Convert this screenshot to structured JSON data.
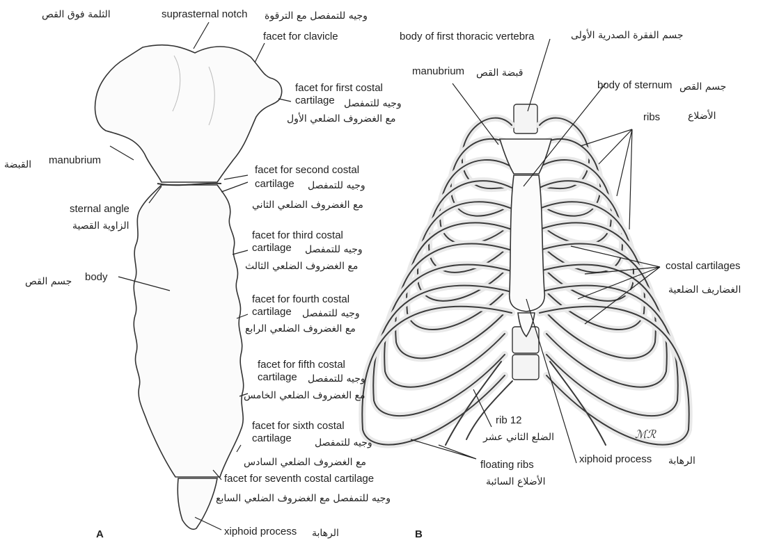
{
  "panel_a": {
    "letter": "A",
    "suprasternal_notch_en": "suprasternal notch",
    "suprasternal_notch_ar": "الثلمة فوق القص",
    "clavicle_facet_ar": "وجيه للتمفصل مع الترقوة",
    "clavicle_facet_en": "facet for clavicle",
    "first_costal_en_1": "facet for first costal",
    "first_costal_en_2": "cartilage",
    "first_costal_ar_1": "وجيه للتمفصل",
    "first_costal_ar_2": "مع الغضروف الضلعي الأول",
    "manubrium_en": "manubrium",
    "manubrium_ar": "القبضة",
    "second_costal_en_1": "facet for second costal",
    "second_costal_en_2": "cartilage",
    "second_costal_ar_1": "وجيه للتمفصل",
    "second_costal_ar_2": "مع الغضروف الضلعي الثاني",
    "sternal_angle_en": "sternal angle",
    "sternal_angle_ar": "الزاوية القصية",
    "third_costal_en_1": "facet for third costal",
    "third_costal_en_2": "cartilage",
    "third_costal_ar_1": "وجيه للتمفصل",
    "third_costal_ar_2": "مع الغضروف الضلعي الثالث",
    "body_en": "body",
    "body_ar": "جسم القص",
    "fourth_costal_en_1": "facet for fourth costal",
    "fourth_costal_en_2": "cartilage",
    "fourth_costal_ar_1": "وجيه للتمفصل",
    "fourth_costal_ar_2": "مع الغضروف الضلعي الرابع",
    "fifth_costal_en_1": "facet for fifth costal",
    "fifth_costal_en_2": "cartilage",
    "fifth_costal_ar_1": "وجيه للتمفصل",
    "fifth_costal_ar_2": "مع الغضروف الضلعي الخامس",
    "sixth_costal_en_1": "facet for sixth costal",
    "sixth_costal_en_2": "cartilage",
    "sixth_costal_ar_1": "وجيه للتمفصل",
    "sixth_costal_ar_2": "مع الغضروف الضلعي السادس",
    "seventh_costal_en": "facet for seventh costal cartilage",
    "seventh_costal_ar": "وجيه للتمفصل مع الغضروف الضلعي السابع",
    "xiphoid_en": "xiphoid process",
    "xiphoid_ar": "الرهابة"
  },
  "panel_b": {
    "letter": "B",
    "vertebra_en": "body of first thoracic vertebra",
    "vertebra_ar": "جسم الفقرة الصدرية الأولى",
    "manubrium_en": "manubrium",
    "manubrium_ar": "قبضة القص",
    "sternum_body_en": "body of sternum",
    "sternum_body_ar": "جسم القص",
    "ribs_en": "ribs",
    "ribs_ar": "الأضلاع",
    "costal_cartilages_en": "costal cartilages",
    "costal_cartilages_ar": "الغضاريف الضلعية",
    "rib12_en": "rib 12",
    "rib12_ar": "الضلع الثاني عشر",
    "floating_ribs_en": "floating ribs",
    "floating_ribs_ar": "الأضلاع السائبة",
    "xiphoid_en": "xiphoid process",
    "xiphoid_ar": "الرهابة"
  }
}
